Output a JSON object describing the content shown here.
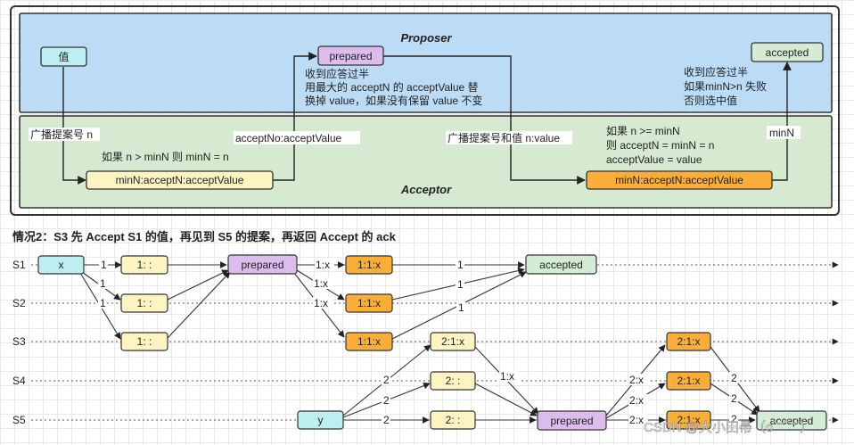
{
  "top": {
    "proposer_title": "Proposer",
    "acceptor_title": "Acceptor",
    "value_node": "值",
    "prepared_node": "prepared",
    "accepted_node": "accepted",
    "store_box_1": "minN:acceptN:acceptValue",
    "store_box_2": "minN:acceptN:acceptValue",
    "label_broadcast_n": "广播提案号 n",
    "label_rule_min": "如果 n > minN 则 minN = n",
    "label_accept_no_value": "acceptNo:acceptValue",
    "prepared_note": [
      "收到应答过半",
      "用最大的 acceptN 的 acceptValue 替",
      "换掉 value，如果没有保留 value 不变"
    ],
    "label_broadcast_n_value": "广播提案号和值 n:value",
    "accept_rule": [
      "如果 n >= minN",
      "则 acceptN = minN = n",
      "acceptValue = value"
    ],
    "label_min_n": "minN",
    "accepted_note": [
      "收到应答过半",
      "如果minN>n 失败",
      "否则选中值"
    ]
  },
  "scenario": {
    "heading": "情况2：S3 先 Accept S1 的值，再见到 S5 的提案，再返回 Accept 的 ack",
    "rows": [
      "S1",
      "S2",
      "S3",
      "S4",
      "S5"
    ],
    "nodes": {
      "s1_x": "x",
      "s1_p1": "1: :",
      "s2_p1": "1: :",
      "s3_p1": "1: :",
      "s1_prepared": "prepared",
      "s1_a": "1:1:x",
      "s2_a": "1:1:x",
      "s3_a": "1:1:x",
      "s1_accepted": "accepted",
      "s5_y": "y",
      "s3_p2": "2:1:x",
      "s4_p2": "2: :",
      "s5_p2": "2: :",
      "s5_prepared": "prepared",
      "s3_a2": "2:1:x",
      "s4_a2": "2:1:x",
      "s5_a2": "2:1:x",
      "s5_accepted": "accepted"
    },
    "edge_labels": {
      "one": "1",
      "one_x": "1:x",
      "two": "2",
      "two_x": "2:x"
    }
  },
  "watermark": "CSDN @大小田帚（o︶︶）",
  "colors": {
    "proposer_bg": "#bcdcf6",
    "acceptor_bg": "#d6ead2",
    "cyan_node": "#bdeef0",
    "purple_node": "#dcbcec",
    "green_node": "#d5ecd4",
    "yellow_node": "#fdf4c2",
    "orange_node": "#fbae37"
  }
}
